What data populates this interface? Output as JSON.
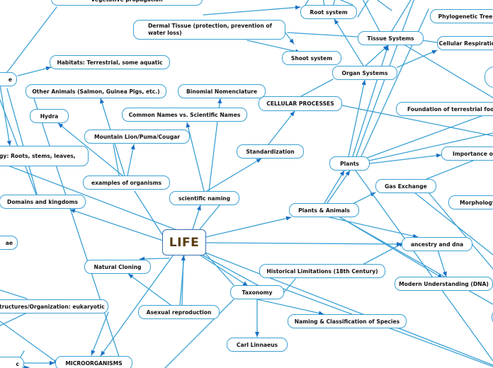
{
  "colors": {
    "line": "#3ba1d4",
    "arrow": "#1a6fc4",
    "root_text": "#5a3b10",
    "node_border": "#3ba1d4"
  },
  "root": {
    "label": "LIFE"
  },
  "nodes": {
    "vegetative_propagation": "Vegetative propagation",
    "root_system": "Root system",
    "phylogenetic_tree": "Phylogenetic Tree",
    "dermal_tissue": "Dermal Tissue (protection, prevention of water loss)",
    "tissue_systems": "Tissue Systems",
    "cellular_respiration": "Cellular Respiration",
    "shoot_system": "Shoot system",
    "habitats": "Habitats: Terrestrial, some aquatic",
    "organ_systems": "Organ Systems",
    "left_edge_e": "e",
    "other_animals": "Other Animals (Salmon, Guinea Pigs, etc.)",
    "binomial_nomenclature": "Binomial Nomenclature",
    "cellular_processes": "CELLULAR PROCESSES",
    "foundation_terrestrial": "Foundation of terrestrial food webs",
    "hydra": "Hydra",
    "common_vs_scientific": "Common Names vs. Scientific Names",
    "mountain_lion": "Mountain Lion/Puma/Cougar",
    "morphology_roots": "gy: Roots, stems, leaves,",
    "standardization": "Standardization",
    "importance_of": "Importance of",
    "plants": "Plants",
    "examples_of_organisms": "examples of organisms",
    "gas_exchange": "Gas Exchange",
    "scientific_naming": "scientific naming",
    "domains_kingdoms": "Domains and kingdoms",
    "morphology": "Morphology",
    "plants_animals": "Plants & Animals",
    "left_edge_ae": "ae",
    "ancestry_dna": "ancestry and dna",
    "natural_cloning": "Natural Cloning",
    "historical_limitations": "Historical Limitations (18th Century)",
    "modern_understanding": "Modern Understanding (DNA)",
    "taxonomy": "Taxonomy",
    "structures_organization": "tructures/Organization: eukaryotic",
    "asexual_reproduction": "Asexual reproduction",
    "naming_classification": "Naming & Classification of Species",
    "carl_linnaeus": "Carl Linnaeus",
    "left_edge_c": "c",
    "microorganisms": "MICROORGANISMS"
  }
}
